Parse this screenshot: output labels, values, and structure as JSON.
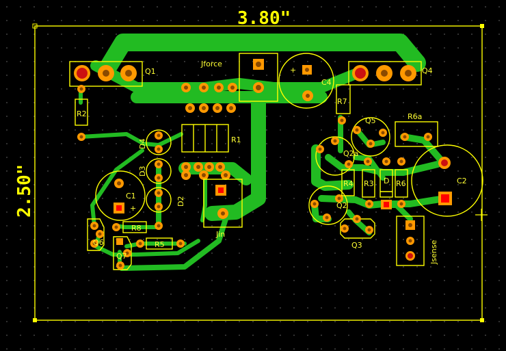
{
  "dimensions": {
    "width": "3.80\"",
    "height": "2.50\""
  },
  "colors": {
    "background": "#000000",
    "copper": "#22bb22",
    "pad": "#ff9900",
    "silkscreen": "#ffff00",
    "square_pad": "#ff0000"
  },
  "labels": {
    "Q1": "Q1",
    "Q4": "Q4",
    "Jforce": "Jforce",
    "C4": "C4",
    "R2": "R2",
    "R7": "R7",
    "R1": "R1",
    "Q5": "Q5",
    "R6a": "R6a",
    "D4": "D4",
    "D3": "D3",
    "D2": "D2",
    "C1": "C1",
    "Q2a": "Q2a",
    "Q2": "Q2",
    "R4": "R4",
    "R3": "R3",
    "D": "D",
    "R6": "R6",
    "C2": "C2",
    "Q6": "Q6",
    "R8": "R8",
    "Q7": "Q7",
    "R5": "R5",
    "Jin": "Jin",
    "Q3": "Q3",
    "Jsense": "Jsense"
  }
}
